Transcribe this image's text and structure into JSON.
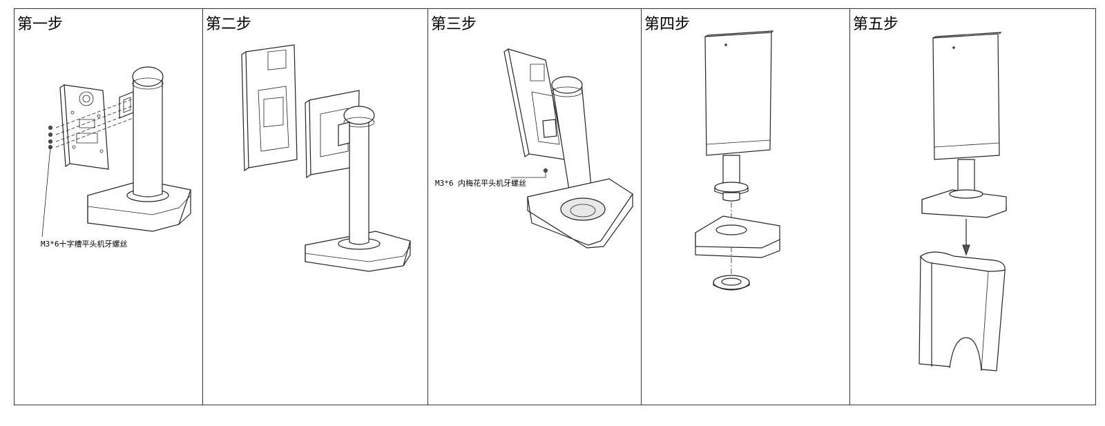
{
  "steps": [
    {
      "title": "第一步",
      "note": "M3*6十字槽平头机牙螺丝"
    },
    {
      "title": "第二步"
    },
    {
      "title": "第三步",
      "note": "M3*6 内梅花平头机牙螺丝"
    },
    {
      "title": "第四步"
    },
    {
      "title": "第五步"
    }
  ]
}
